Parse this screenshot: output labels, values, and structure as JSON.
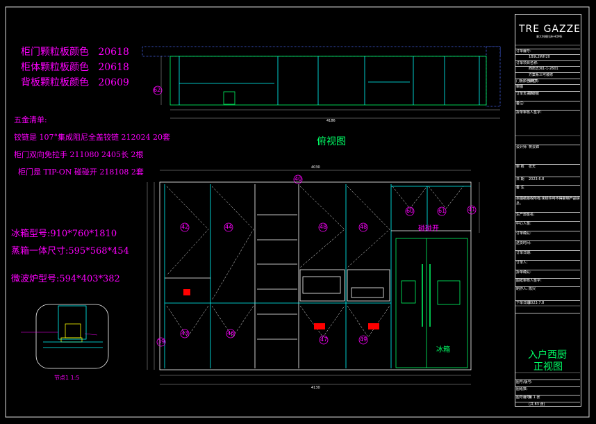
{
  "spec_lines": [
    {
      "label": "柜门颗粒板颜色",
      "code": "20618"
    },
    {
      "label": "柜体颗粒板颜色",
      "code": "20618"
    },
    {
      "label": "背板颗粒板颜色",
      "code": "20609"
    }
  ],
  "hardware": {
    "title": "五金清单:",
    "items": [
      "铰链是 107°集成阻尼全盖铰链 212024 20套",
      "柜门双向免拉手 211080 2405长 2根",
      "柜门是 TIP-ON 碰碰开 218108 2套"
    ]
  },
  "appliances": [
    "冰箱型号:910*760*1810",
    "蒸箱一体尺寸:595*568*454",
    "微波炉型号:594*403*382"
  ],
  "views": {
    "top_view": "俯视图",
    "front_view_line1": "入户西厨",
    "front_view_line2": "正视图",
    "fridge": "冰箱",
    "push_open": "碰碰开",
    "detail": "节点1 1:5"
  },
  "numbers": {
    "top_circle": "62",
    "center_top": "40",
    "d42": "42",
    "d44": "44",
    "d48": "48",
    "d46b": "48",
    "d43": "43",
    "d46": "46",
    "d47": "47",
    "d49": "49",
    "d60": "60",
    "d61": "61",
    "d41": "41",
    "d39": "39"
  },
  "dims": {
    "top_total": "4186",
    "front_total": "4030",
    "bottom_total": "4130"
  },
  "brand": {
    "name": "TRE GAZZE",
    "sub": "意大利格拉泽·HOME"
  },
  "title_block": [
    {
      "k": "订单编号:",
      "v": ""
    },
    {
      "k": "",
      "v": "1B9L2WH20"
    },
    {
      "k": "订单项目名称:",
      "v": ""
    },
    {
      "k": "",
      "v": "西南五洲1-1-2601"
    },
    {
      "k": "",
      "v": "方案系三可装修"
    },
    {
      "k": "门板颜色/材质:",
      "v": "颗粒"
    },
    {
      "k": "审图",
      "v": ""
    },
    {
      "k": "订单负责人:",
      "v": "陈晓敏"
    },
    {
      "k": "备注:",
      "v": ""
    },
    {
      "k": "拆单审核人签字:",
      "v": ""
    },
    {
      "k": "设计师",
      "v": "蒋云锦"
    },
    {
      "k": "审 核",
      "v": "张天"
    },
    {
      "k": "日 期",
      "v": "2023.6.8"
    },
    {
      "k": "备 注",
      "v": ""
    },
    {
      "k": "本图纸版权所有,未经许可不得复制产品信息。",
      "v": ""
    },
    {
      "k": "生产部签名:",
      "v": ""
    },
    {
      "k": "中心人签:",
      "v": ""
    },
    {
      "k": "订单确认:",
      "v": ""
    },
    {
      "k": "送货时间:",
      "v": ""
    },
    {
      "k": "订单日期:",
      "v": ""
    },
    {
      "k": "订单人:",
      "v": ""
    },
    {
      "k": "拆单确认:",
      "v": ""
    },
    {
      "k": "图纸审核人签字:",
      "v": ""
    },
    {
      "k": "制作人:",
      "v": "陈兴"
    },
    {
      "k": "下单日期:",
      "v": "2023.7.8"
    },
    {
      "k": "",
      "v": ""
    },
    {
      "k": "图号/版号:",
      "v": ""
    },
    {
      "k": "图纸数:",
      "v": ""
    },
    {
      "k": "图号编号:",
      "v": "第 1 张"
    },
    {
      "k": "",
      "v": "(共 83 张)"
    }
  ]
}
